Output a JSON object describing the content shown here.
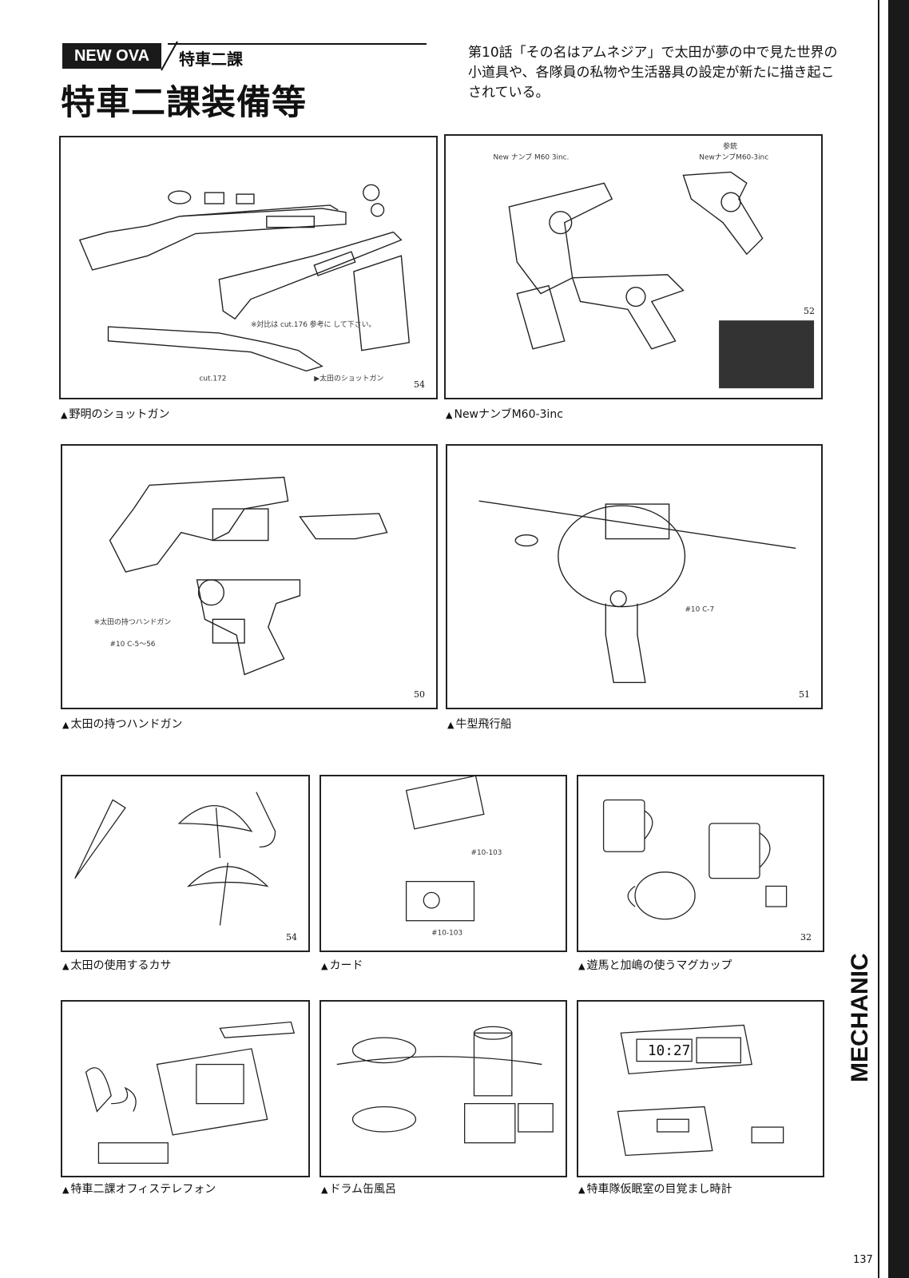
{
  "header": {
    "badge": "NEW OVA",
    "subtitle": "特車二課",
    "title": "特車二課装備等"
  },
  "intro": "第10話「その名はアムネジア」で太田が夢の中で見た世界の小道具や、各隊員の私物や生活器具の設定が新たに描き起こされている。",
  "sidebar": {
    "section": "MECHANIC",
    "page_number": "137"
  },
  "panels": [
    {
      "caption": "野明のショットガン",
      "number": "54",
      "notes": [
        "※対比は cut.176 参考に して下さい。",
        "cut.172",
        "▶太田のショットガン"
      ]
    },
    {
      "caption": "NewナンブM60-3inc",
      "number": "52",
      "notes": [
        "New ナンブ M60 3inc.",
        "参銃",
        "NewナンブM60-3inc"
      ]
    },
    {
      "caption": "太田の持つハンドガン",
      "number": "50",
      "notes": [
        "※太田の持つハンドガン",
        "#10 C-5～56"
      ]
    },
    {
      "caption": "牛型飛行船",
      "number": "51",
      "notes": [
        "#10 C-7"
      ]
    },
    {
      "caption": "太田の使用するカサ",
      "number": "54",
      "notes": []
    },
    {
      "caption": "カード",
      "number": "",
      "notes": [
        "#10-103",
        "#10-103"
      ]
    },
    {
      "caption": "遊馬と加嶋の使うマグカップ",
      "number": "32",
      "notes": []
    },
    {
      "caption": "特車二課オフィステレフォン",
      "number": "",
      "notes": []
    },
    {
      "caption": "ドラム缶風呂",
      "number": "",
      "notes": []
    },
    {
      "caption": "特車隊仮眠室の目覚まし時計",
      "number": "",
      "notes": [
        "10:27"
      ]
    }
  ],
  "colors": {
    "ink": "#111111",
    "paper": "#ffffff",
    "bar": "#1a1a1a"
  }
}
